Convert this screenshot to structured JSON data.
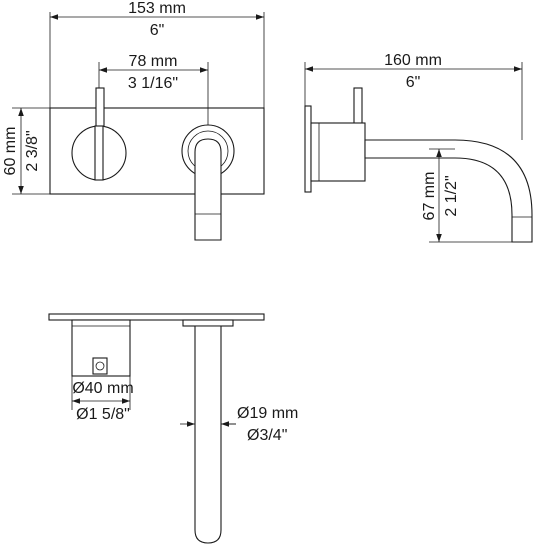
{
  "front_view": {
    "overall_width": {
      "metric": "153 mm",
      "imperial": "6\""
    },
    "spacing": {
      "metric": "78 mm",
      "imperial": "3 1/16\""
    },
    "plate_height": {
      "metric": "60 mm",
      "imperial": "2 3/8\""
    }
  },
  "side_view": {
    "projection": {
      "metric": "160 mm",
      "imperial": "6\""
    },
    "spout_height": {
      "metric": "67 mm",
      "imperial": "2 1/2\""
    }
  },
  "top_view": {
    "body_diameter": {
      "metric": "Ø40 mm",
      "imperial": "Ø1 5/8\""
    },
    "spout_diameter": {
      "metric": "Ø19 mm",
      "imperial": "Ø3/4\""
    }
  }
}
